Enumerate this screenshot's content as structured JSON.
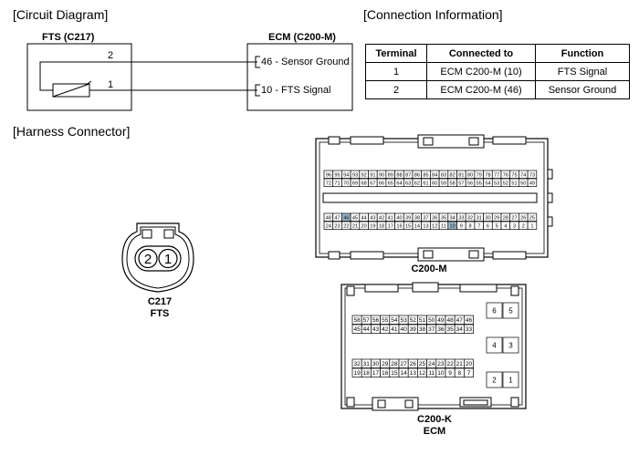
{
  "titles": {
    "circuit": "[Circuit Diagram]",
    "connection": "[Connection Information]",
    "harness": "[Harness Connector]"
  },
  "circuit": {
    "fts_title": "FTS (C217)",
    "ecm_title": "ECM (C200-M)",
    "pin_top": "2",
    "pin_bottom": "1",
    "ecm_pin_top": "46 - Sensor Ground",
    "ecm_pin_bottom": "10 - FTS Signal"
  },
  "table": {
    "headers": [
      "Terminal",
      "Connected to",
      "Function"
    ],
    "rows": [
      [
        "1",
        "ECM C200-M (10)",
        "FTS Signal"
      ],
      [
        "2",
        "ECM C200-M (46)",
        "Sensor Ground"
      ]
    ]
  },
  "c217": {
    "pin_left": "2",
    "pin_right": "1",
    "label1": "C217",
    "label2": "FTS"
  },
  "c200m": {
    "label": "C200-M",
    "row1": [
      "96",
      "95",
      "94",
      "93",
      "92",
      "91",
      "90",
      "89",
      "88",
      "87",
      "86",
      "85",
      "84",
      "83",
      "82",
      "81",
      "80",
      "79",
      "78",
      "77",
      "76",
      "75",
      "74",
      "73"
    ],
    "row2": [
      "72",
      "71",
      "70",
      "69",
      "68",
      "67",
      "66",
      "65",
      "64",
      "63",
      "62",
      "61",
      "60",
      "59",
      "58",
      "57",
      "56",
      "55",
      "54",
      "53",
      "52",
      "51",
      "50",
      "49"
    ],
    "row3": [
      "48",
      "47",
      "46",
      "45",
      "44",
      "43",
      "42",
      "41",
      "40",
      "39",
      "38",
      "37",
      "36",
      "35",
      "34",
      "33",
      "32",
      "31",
      "30",
      "29",
      "28",
      "27",
      "26",
      "25"
    ],
    "row4": [
      "24",
      "23",
      "22",
      "21",
      "20",
      "19",
      "18",
      "17",
      "16",
      "15",
      "14",
      "13",
      "12",
      "11",
      "10",
      "9",
      "8",
      "7",
      "6",
      "5",
      "4",
      "3",
      "2",
      "1"
    ],
    "highlight": [
      "46",
      "10"
    ]
  },
  "c200k": {
    "label1": "C200-K",
    "label2": "ECM",
    "row1": [
      "58",
      "57",
      "56",
      "55",
      "54",
      "53",
      "52",
      "51",
      "50",
      "49",
      "48",
      "47",
      "46"
    ],
    "row2": [
      "45",
      "44",
      "43",
      "42",
      "41",
      "40",
      "39",
      "38",
      "37",
      "36",
      "35",
      "34",
      "33"
    ],
    "row3": [
      "32",
      "31",
      "30",
      "29",
      "28",
      "27",
      "26",
      "25",
      "24",
      "23",
      "22",
      "21",
      "20"
    ],
    "row4": [
      "19",
      "18",
      "17",
      "16",
      "15",
      "14",
      "13",
      "12",
      "11",
      "10",
      "9",
      "8",
      "7"
    ],
    "big": [
      [
        "6",
        "5"
      ],
      [
        "4",
        "3"
      ],
      [
        "2",
        "1"
      ]
    ]
  }
}
